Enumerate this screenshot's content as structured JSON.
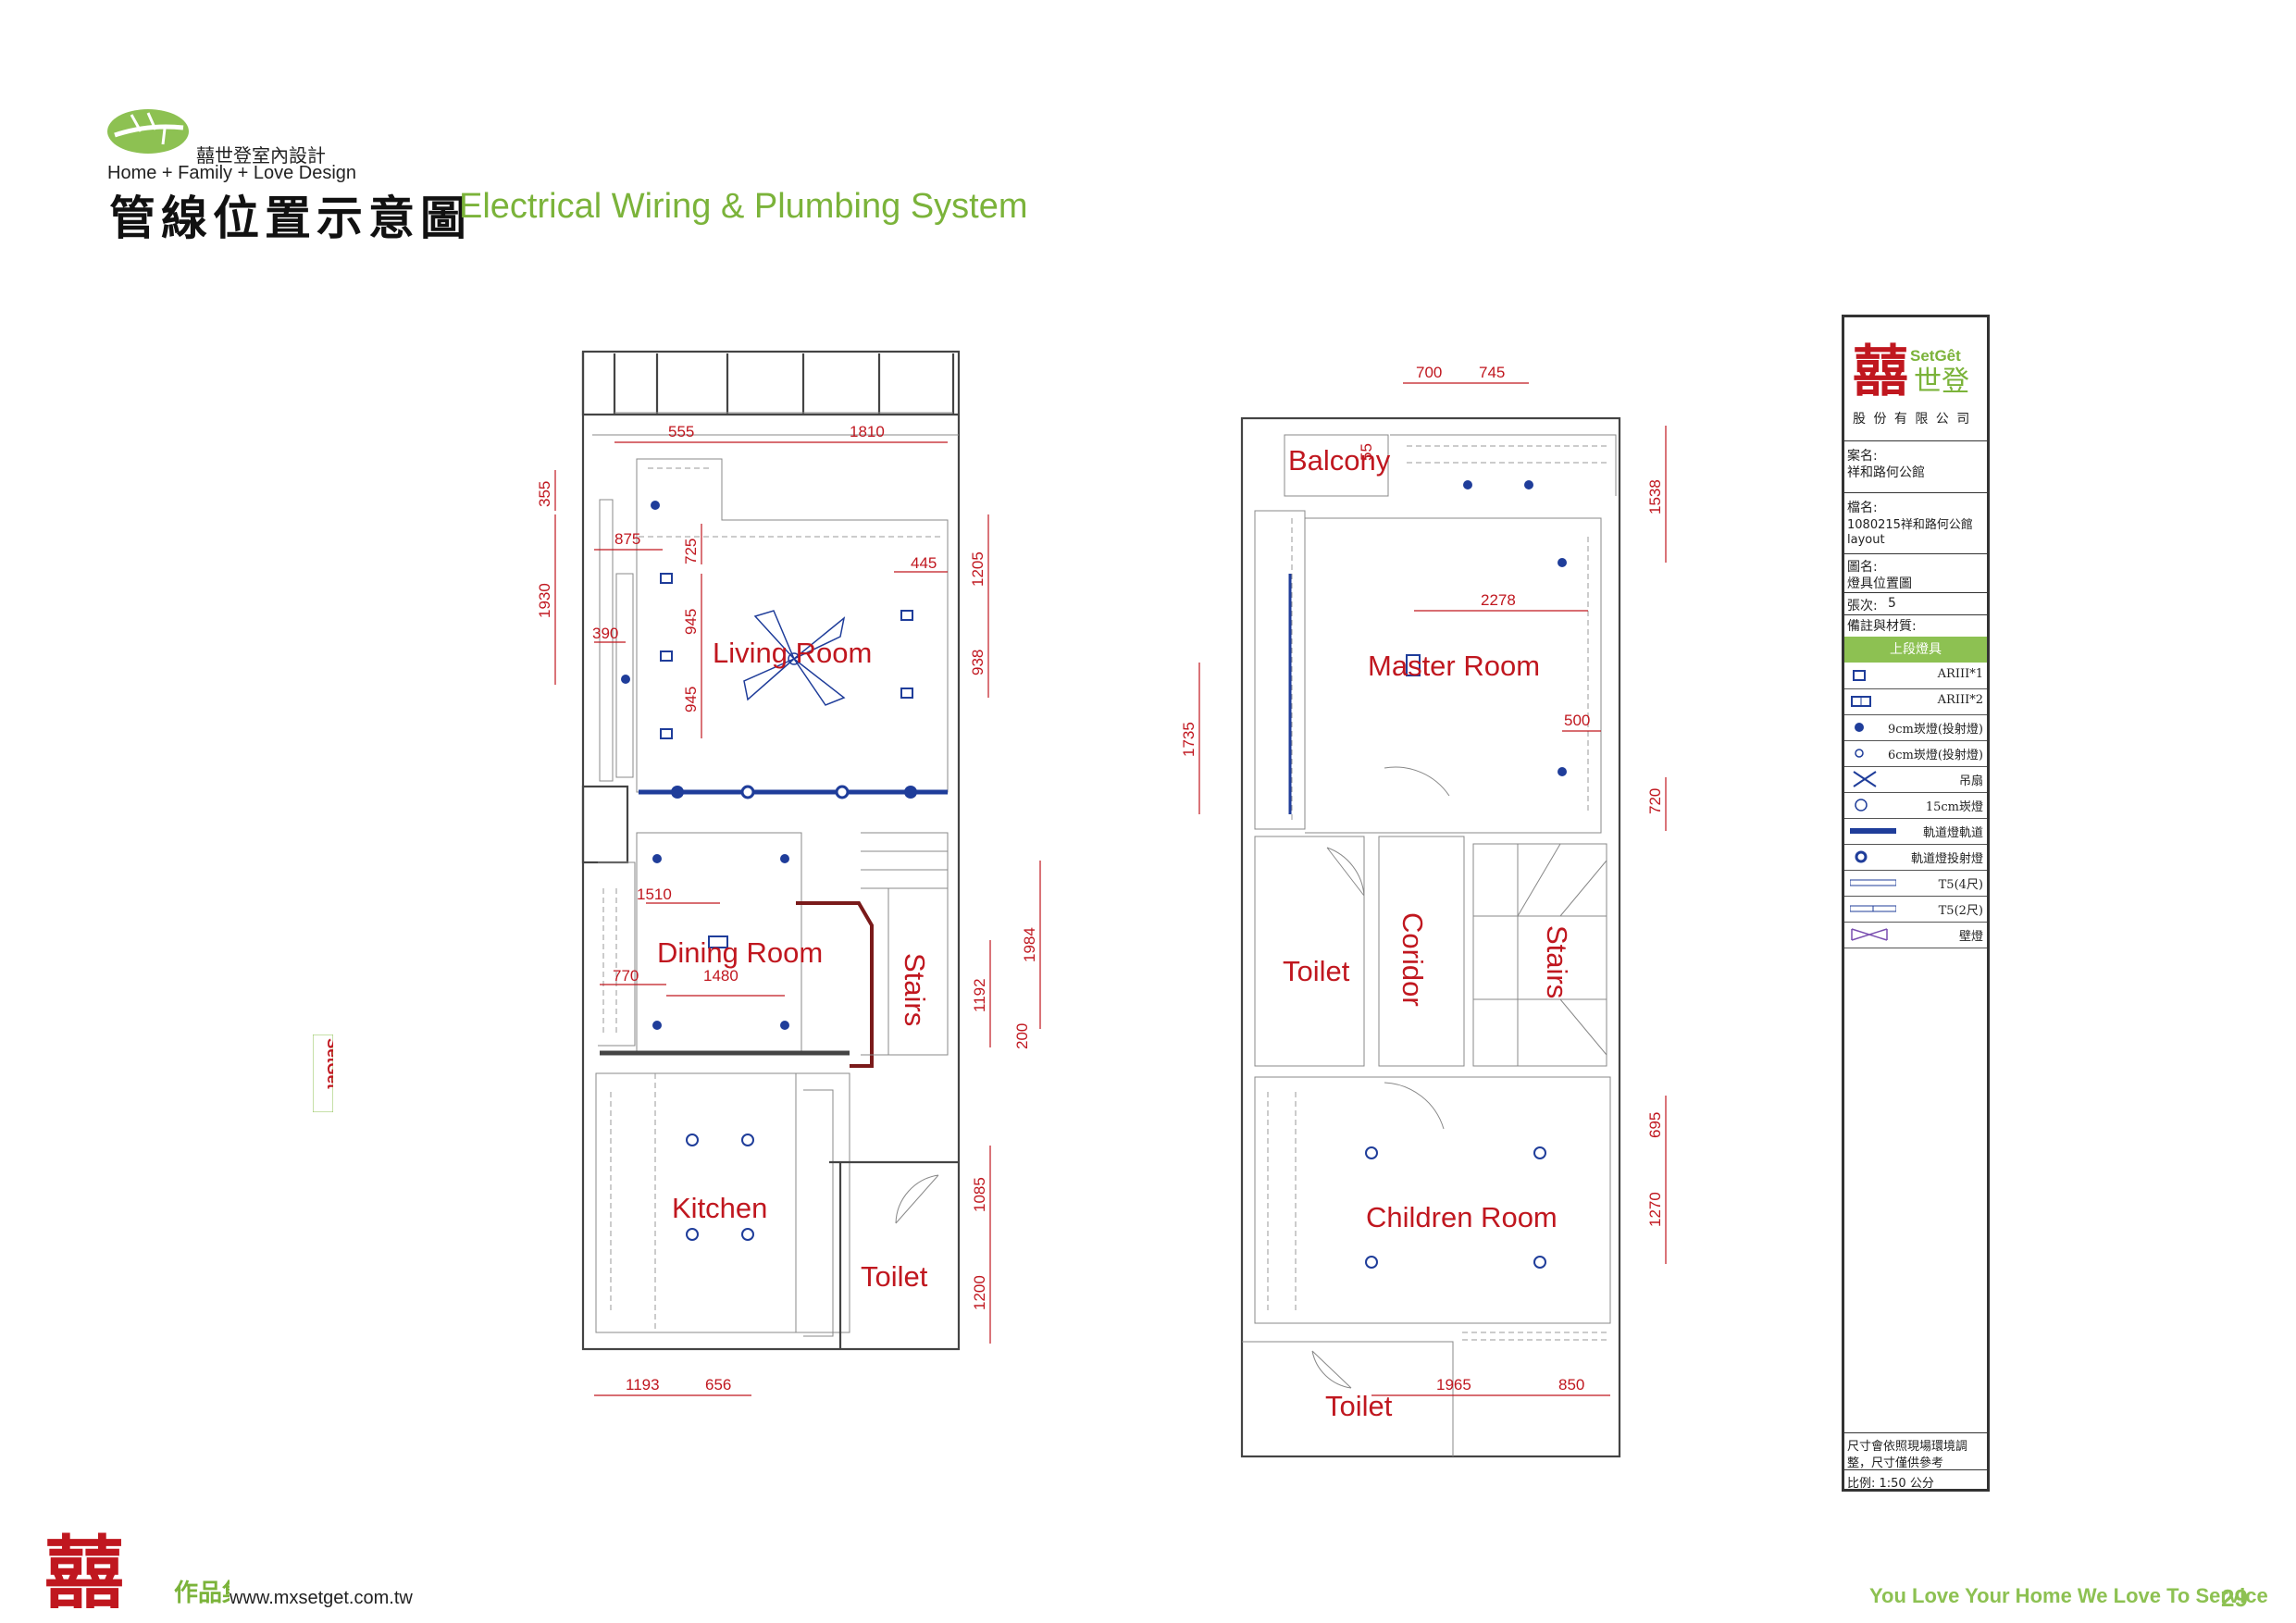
{
  "header": {
    "company_cn": "囍世登室內設計",
    "tagline": "Home + Family + Love Design",
    "title_cn": "管線位置示意圖",
    "title_en": "Electrical Wiring & Plumbing System"
  },
  "plan_left": {
    "rooms": {
      "living": "Living Room",
      "dining": "Dining Room",
      "stairs": "Stairs",
      "kitchen": "Kitchen",
      "toilet": "Toilet"
    },
    "dims": {
      "d555": "555",
      "d1810": "1810",
      "d355": "355",
      "d1930": "1930",
      "d875": "875",
      "d725": "725",
      "d445": "445",
      "d1205": "1205",
      "d945a": "945",
      "d945b": "945",
      "d938": "938",
      "d390": "390",
      "d1510": "1510",
      "d770": "770",
      "d1480": "1480",
      "d1984": "1984",
      "d1192": "1192",
      "d200": "200",
      "d1085": "1085",
      "d1200": "1200",
      "d1193": "1193",
      "d656": "656"
    }
  },
  "plan_right": {
    "rooms": {
      "balcony": "Balcony",
      "master": "Master Room",
      "toilet1": "Toilet",
      "corridor": "Coridor",
      "stairs": "Stairs",
      "children": "Children Room",
      "toilet2": "Toilet"
    },
    "dims": {
      "d700": "700",
      "d745": "745",
      "d55": "55",
      "d1538": "1538",
      "d2278": "2278",
      "d1735": "1735",
      "d500": "500",
      "d720": "720",
      "d695": "695",
      "d1270": "1270",
      "d1965": "1965",
      "d850": "850"
    }
  },
  "panel": {
    "brand_en": "SetGêt",
    "brand_cn": "世登",
    "company": "股 份 有 限 公 司",
    "case_label": "案名:",
    "case_value": "祥和路何公館",
    "file_label": "檔名:",
    "file_value": "1080215祥和路何公館",
    "file_value2": "layout",
    "drawing_label": "圖名:",
    "drawing_value": "燈具位置圖",
    "sheet_label": "張次:",
    "sheet_value": "5",
    "notes_label": "備註與材質:",
    "legend_header": "上段燈具",
    "legend": [
      {
        "icon": "square-light-icon",
        "label": "ARIII*1"
      },
      {
        "icon": "double-square-light-icon",
        "label": "ARIII*2"
      },
      {
        "icon": "filled-dot-icon",
        "label": "9cm崁燈(投射燈)"
      },
      {
        "icon": "small-circle-icon",
        "label": "6cm崁燈(投射燈)"
      },
      {
        "icon": "ceiling-fan-icon",
        "label": "吊扇"
      },
      {
        "icon": "circle-icon",
        "label": "15cm崁燈"
      },
      {
        "icon": "track-rail-icon",
        "label": "軌道燈軌道"
      },
      {
        "icon": "track-spot-icon",
        "label": "軌道燈投射燈"
      },
      {
        "icon": "t5-long-icon",
        "label": "T5(4尺)"
      },
      {
        "icon": "t5-short-icon",
        "label": "T5(2尺)"
      },
      {
        "icon": "wall-lamp-icon",
        "label": "壁燈"
      }
    ],
    "footnote1": "尺寸會依照現場環境調",
    "footnote2": "整，尺寸僅供參考",
    "scale": "比例: 1:50 公分"
  },
  "footer": {
    "collection": "作品集",
    "url": "www.mxsetget.com.tw",
    "tagline": "You Love Your Home We Love To Service",
    "page": "29"
  },
  "side_badge": "SetGêt",
  "colors": {
    "accent_green": "#7bb33a",
    "label_red": "#c0171f",
    "track_blue": "#1f3d9a"
  }
}
